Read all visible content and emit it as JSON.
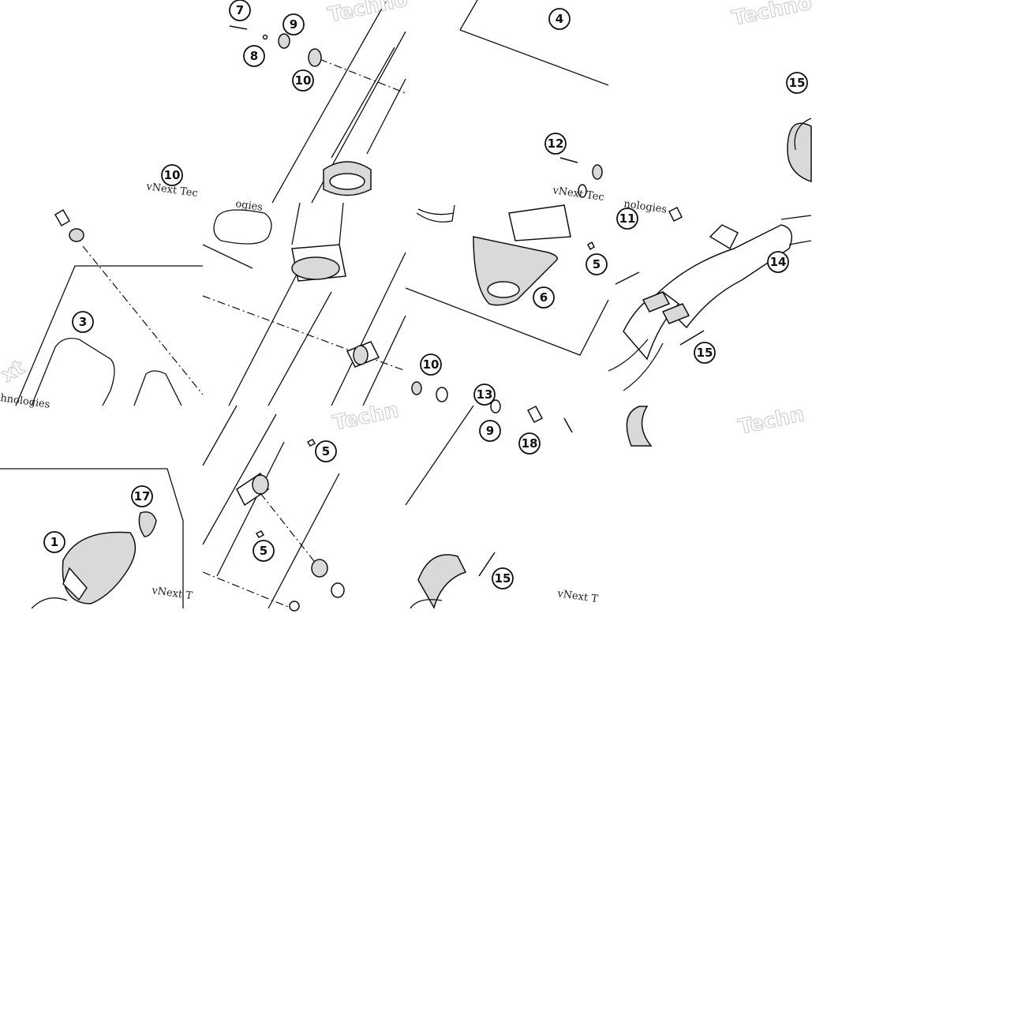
{
  "diagram": {
    "callouts": [
      {
        "id": "c-7",
        "label": "7"
      },
      {
        "id": "c-9a",
        "label": "9"
      },
      {
        "id": "c-8",
        "label": "8"
      },
      {
        "id": "c-10a",
        "label": "10"
      },
      {
        "id": "c-4",
        "label": "4"
      },
      {
        "id": "c-15a",
        "label": "15"
      },
      {
        "id": "c-12",
        "label": "12"
      },
      {
        "id": "c-10b",
        "label": "10"
      },
      {
        "id": "c-11",
        "label": "11"
      },
      {
        "id": "c-5a",
        "label": "5"
      },
      {
        "id": "c-14",
        "label": "14"
      },
      {
        "id": "c-3",
        "label": "3"
      },
      {
        "id": "c-6",
        "label": "6"
      },
      {
        "id": "c-15b",
        "label": "15"
      },
      {
        "id": "c-10c",
        "label": "10"
      },
      {
        "id": "c-13",
        "label": "13"
      },
      {
        "id": "c-9b",
        "label": "9"
      },
      {
        "id": "c-18",
        "label": "18"
      },
      {
        "id": "c-5b",
        "label": "5"
      },
      {
        "id": "c-17",
        "label": "17"
      },
      {
        "id": "c-1",
        "label": "1"
      },
      {
        "id": "c-5c",
        "label": "5"
      },
      {
        "id": "c-15c",
        "label": "15"
      }
    ],
    "watermarks": [
      {
        "id": "wm-1",
        "text": "Techno"
      },
      {
        "id": "wm-2",
        "text": "Techno"
      },
      {
        "id": "wm-3",
        "text": "vNext Tec"
      },
      {
        "id": "wm-4",
        "text": "vNext Tec"
      },
      {
        "id": "wm-5",
        "text": "nologies"
      },
      {
        "id": "wm-6",
        "text": "ogies"
      },
      {
        "id": "wm-7",
        "text": "xt"
      },
      {
        "id": "wm-8",
        "text": "hnologies"
      },
      {
        "id": "wm-9",
        "text": "Techn"
      },
      {
        "id": "wm-10",
        "text": "Techn"
      },
      {
        "id": "wm-11",
        "text": "vNext T"
      },
      {
        "id": "wm-12",
        "text": "vNext T"
      }
    ]
  }
}
